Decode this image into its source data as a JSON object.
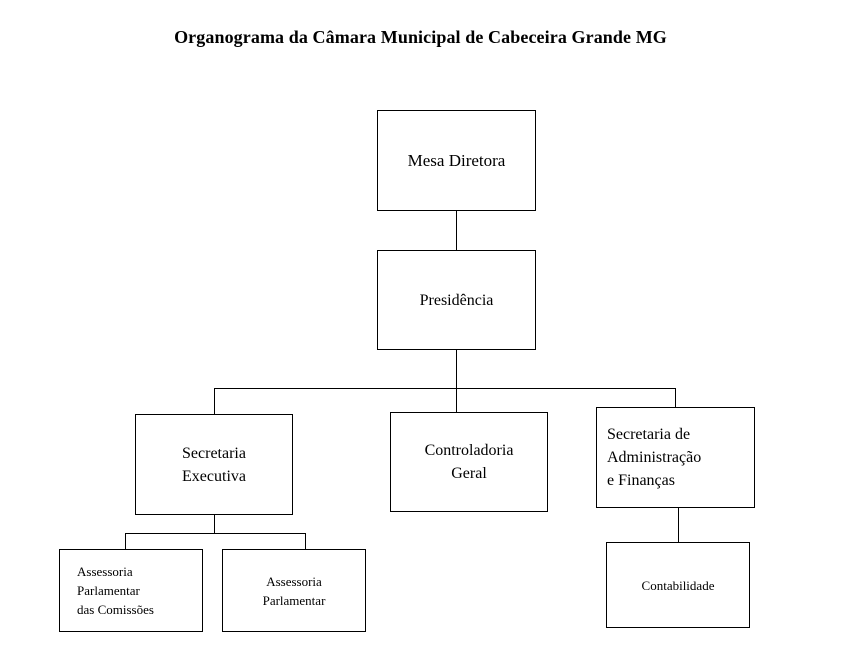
{
  "page": {
    "title": "Organograma da Câmara Municipal de Cabeceira Grande MG",
    "background_color": "#ffffff",
    "line_color": "#000000",
    "text_color": "#000000"
  },
  "chart_data": {
    "type": "diagram",
    "diagram_kind": "organizational-chart",
    "title": "Organograma da Câmara Municipal de Cabeceira Grande MG",
    "orientation": "top-down",
    "levels": 4,
    "nodes": [
      {
        "id": "mesa-diretora",
        "label": "Mesa Diretora",
        "level": 0,
        "parent": null
      },
      {
        "id": "presidencia",
        "label": "Presidência",
        "level": 1,
        "parent": "mesa-diretora"
      },
      {
        "id": "secretaria-executiva",
        "label": "Secretaria\nExecutiva",
        "level": 2,
        "parent": "presidencia"
      },
      {
        "id": "controladoria-geral",
        "label": "Controladoria\nGeral",
        "level": 2,
        "parent": "presidencia"
      },
      {
        "id": "secretaria-administracao-financas",
        "label": "Secretaria de\nAdministração\ne Finanças",
        "level": 2,
        "parent": "presidencia"
      },
      {
        "id": "assessoria-parlamentar-comissoes",
        "label": "Assessoria\nParlamentar\ndas Comissões",
        "level": 3,
        "parent": "secretaria-executiva"
      },
      {
        "id": "assessoria-parlamentar",
        "label": "Assessoria\nParlamentar",
        "level": 3,
        "parent": "secretaria-executiva"
      },
      {
        "id": "contabilidade",
        "label": "Contabilidade",
        "level": 3,
        "parent": "secretaria-administracao-financas"
      }
    ],
    "edges": [
      {
        "from": "mesa-diretora",
        "to": "presidencia"
      },
      {
        "from": "presidencia",
        "to": "secretaria-executiva"
      },
      {
        "from": "presidencia",
        "to": "controladoria-geral"
      },
      {
        "from": "presidencia",
        "to": "secretaria-administracao-financas"
      },
      {
        "from": "secretaria-executiva",
        "to": "assessoria-parlamentar-comissoes"
      },
      {
        "from": "secretaria-executiva",
        "to": "assessoria-parlamentar"
      },
      {
        "from": "secretaria-administracao-financas",
        "to": "contabilidade"
      }
    ]
  },
  "nodes": {
    "mesa_diretora": {
      "label": "Mesa Diretora"
    },
    "presidencia": {
      "label": "Presidência"
    },
    "secretaria_executiva": {
      "label": "Secretaria\nExecutiva"
    },
    "controladoria_geral": {
      "label": "Controladoria\nGeral"
    },
    "secretaria_administracao": {
      "label": "Secretaria de\nAdministração\ne Finanças"
    },
    "assessoria_comissoes": {
      "label": "Assessoria\nParlamentar\ndas Comissões"
    },
    "assessoria_parlamentar": {
      "label": "Assessoria\nParlamentar"
    },
    "contabilidade": {
      "label": "Contabilidade"
    }
  }
}
